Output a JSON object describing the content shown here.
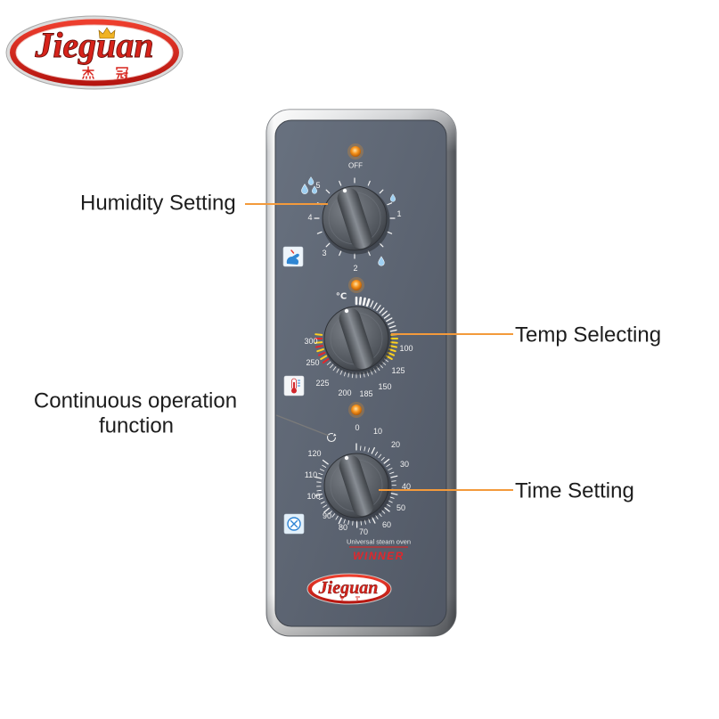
{
  "logo": {
    "wordmark": "Jieguan",
    "chinese": "杰冠"
  },
  "callouts": {
    "humidity": "Humidity Setting",
    "temp": "Temp Selecting",
    "continuous_line1": "Continuous operation",
    "continuous_line2": "function",
    "time": "Time Setting"
  },
  "panel": {
    "humidity_dial": {
      "off_label": "OFF",
      "scale": [
        "5",
        "4",
        "3",
        "2",
        "1"
      ],
      "icons": [
        "water-drop-icon",
        "humidity-mode-icon"
      ]
    },
    "temp_dial": {
      "unit": "°C",
      "scale": [
        "300",
        "250",
        "225",
        "200",
        "185",
        "150",
        "125",
        "100"
      ],
      "icons": [
        "thermometer-icon"
      ]
    },
    "time_dial": {
      "scale": [
        "0",
        "10",
        "20",
        "30",
        "40",
        "50",
        "60",
        "70",
        "80",
        "90",
        "100",
        "110",
        "120"
      ],
      "icons": [
        "continuous-operation-icon",
        "fan-mode-icon"
      ]
    },
    "model_text": "Universal steam oven",
    "series_name": "WINNER",
    "badge_wordmark": "Jieguan"
  },
  "colors": {
    "brand_red": "#d7231b",
    "callout_line": "#f39a3b",
    "panel_face": "#5c6472",
    "indicator_led": "#f7941d"
  }
}
